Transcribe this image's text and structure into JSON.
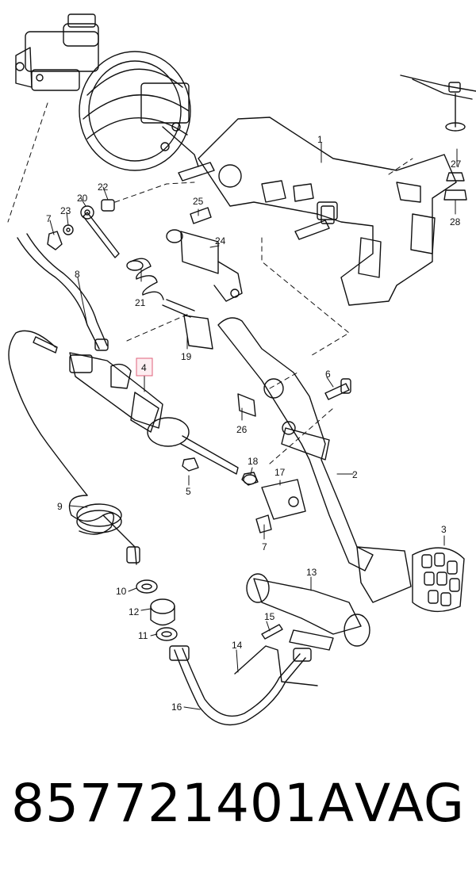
{
  "diagram": {
    "callouts": [
      {
        "id": "1",
        "text": "1"
      },
      {
        "id": "2",
        "text": "2"
      },
      {
        "id": "3",
        "text": "3"
      },
      {
        "id": "4",
        "text": "4",
        "highlighted": true
      },
      {
        "id": "5",
        "text": "5"
      },
      {
        "id": "6",
        "text": "6"
      },
      {
        "id": "7a",
        "text": "7"
      },
      {
        "id": "7b",
        "text": "7"
      },
      {
        "id": "8",
        "text": "8"
      },
      {
        "id": "9",
        "text": "9"
      },
      {
        "id": "10",
        "text": "10"
      },
      {
        "id": "11",
        "text": "11"
      },
      {
        "id": "12",
        "text": "12"
      },
      {
        "id": "13",
        "text": "13"
      },
      {
        "id": "14",
        "text": "14"
      },
      {
        "id": "15",
        "text": "15"
      },
      {
        "id": "16",
        "text": "16"
      },
      {
        "id": "17",
        "text": "17"
      },
      {
        "id": "18",
        "text": "18"
      },
      {
        "id": "19",
        "text": "19"
      },
      {
        "id": "20",
        "text": "20"
      },
      {
        "id": "21",
        "text": "21"
      },
      {
        "id": "22",
        "text": "22"
      },
      {
        "id": "23",
        "text": "23"
      },
      {
        "id": "24",
        "text": "24"
      },
      {
        "id": "25",
        "text": "25"
      },
      {
        "id": "26",
        "text": "26"
      },
      {
        "id": "27",
        "text": "27"
      },
      {
        "id": "28",
        "text": "28"
      }
    ],
    "highlight_color": "#e0607a"
  },
  "footer": {
    "part_number": "857721401A",
    "brand": "VAG"
  }
}
